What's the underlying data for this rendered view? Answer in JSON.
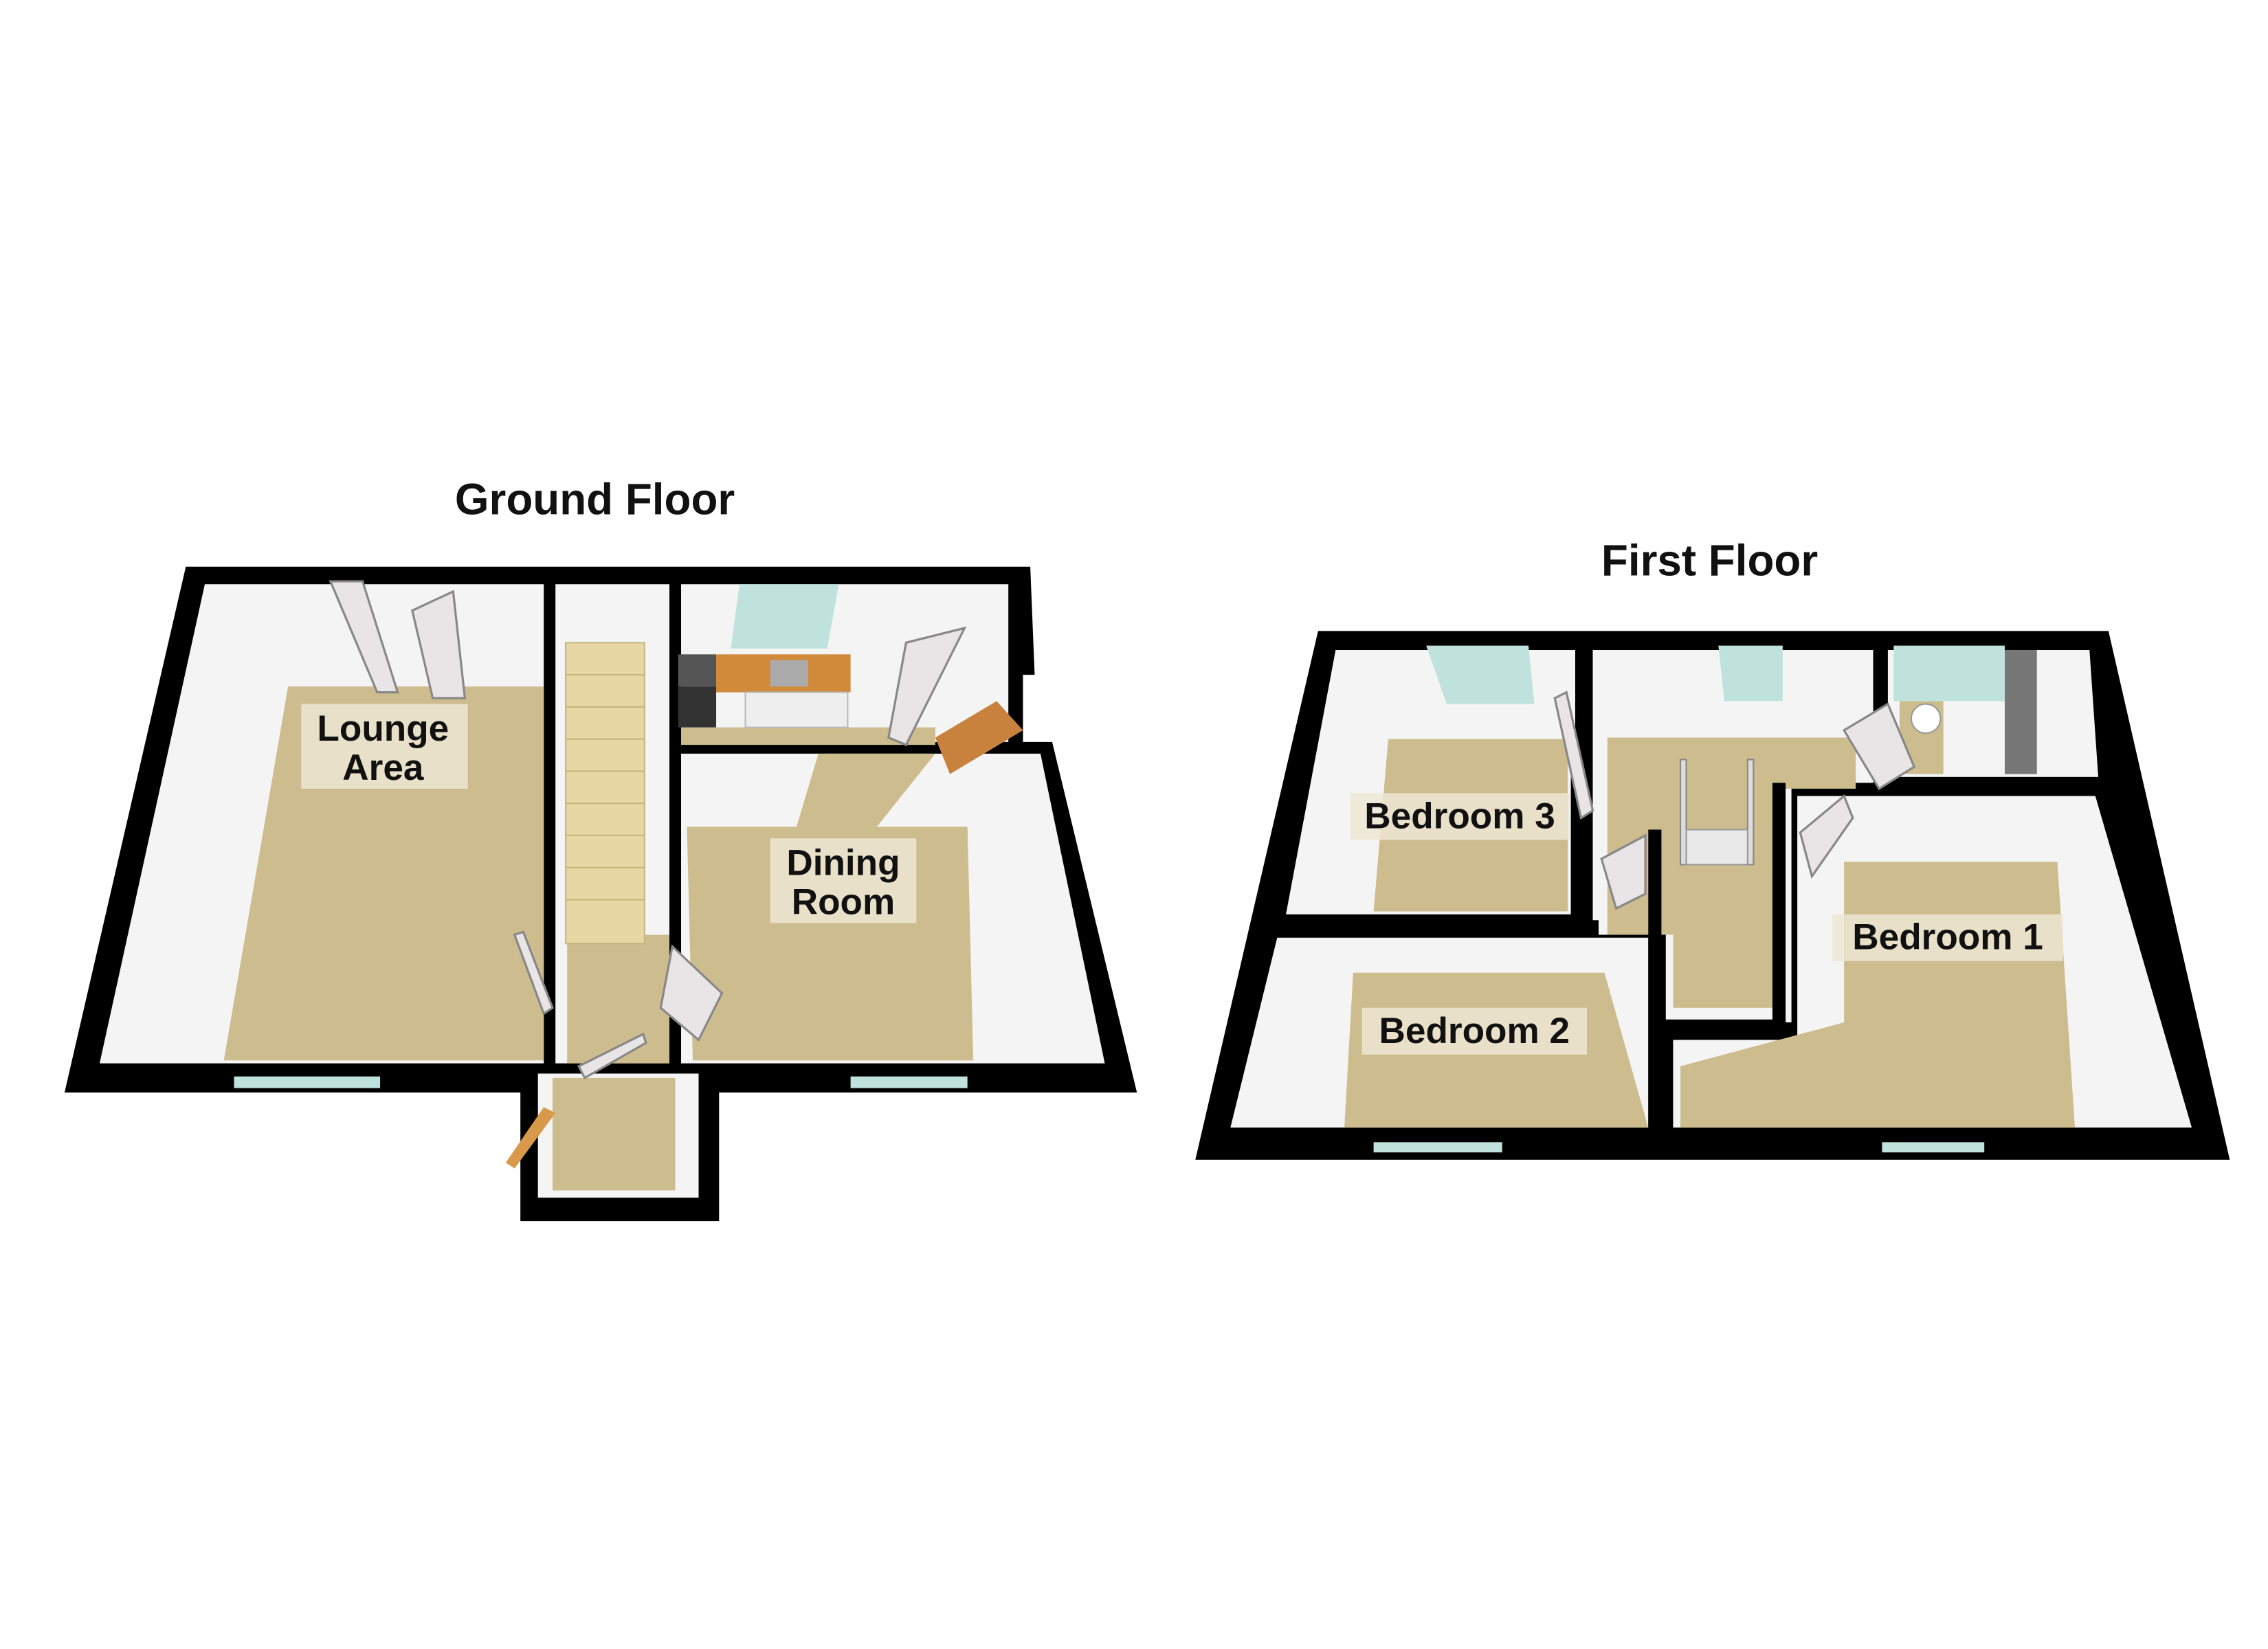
{
  "floors": [
    {
      "title": "Ground Floor",
      "rooms": [
        {
          "line1": "Lounge",
          "line2": "Area"
        },
        {
          "line1": "Dining",
          "line2": "Room"
        }
      ]
    },
    {
      "title": "First Floor",
      "rooms": [
        {
          "line1": "Bedroom 3"
        },
        {
          "line1": "Bedroom 2"
        },
        {
          "line1": "Bedroom 1"
        }
      ]
    }
  ],
  "colors": {
    "floor": "#cdbd8e",
    "wall": "#000000",
    "wall_face": "#f4f4f4",
    "window": "#bfe3dc"
  }
}
